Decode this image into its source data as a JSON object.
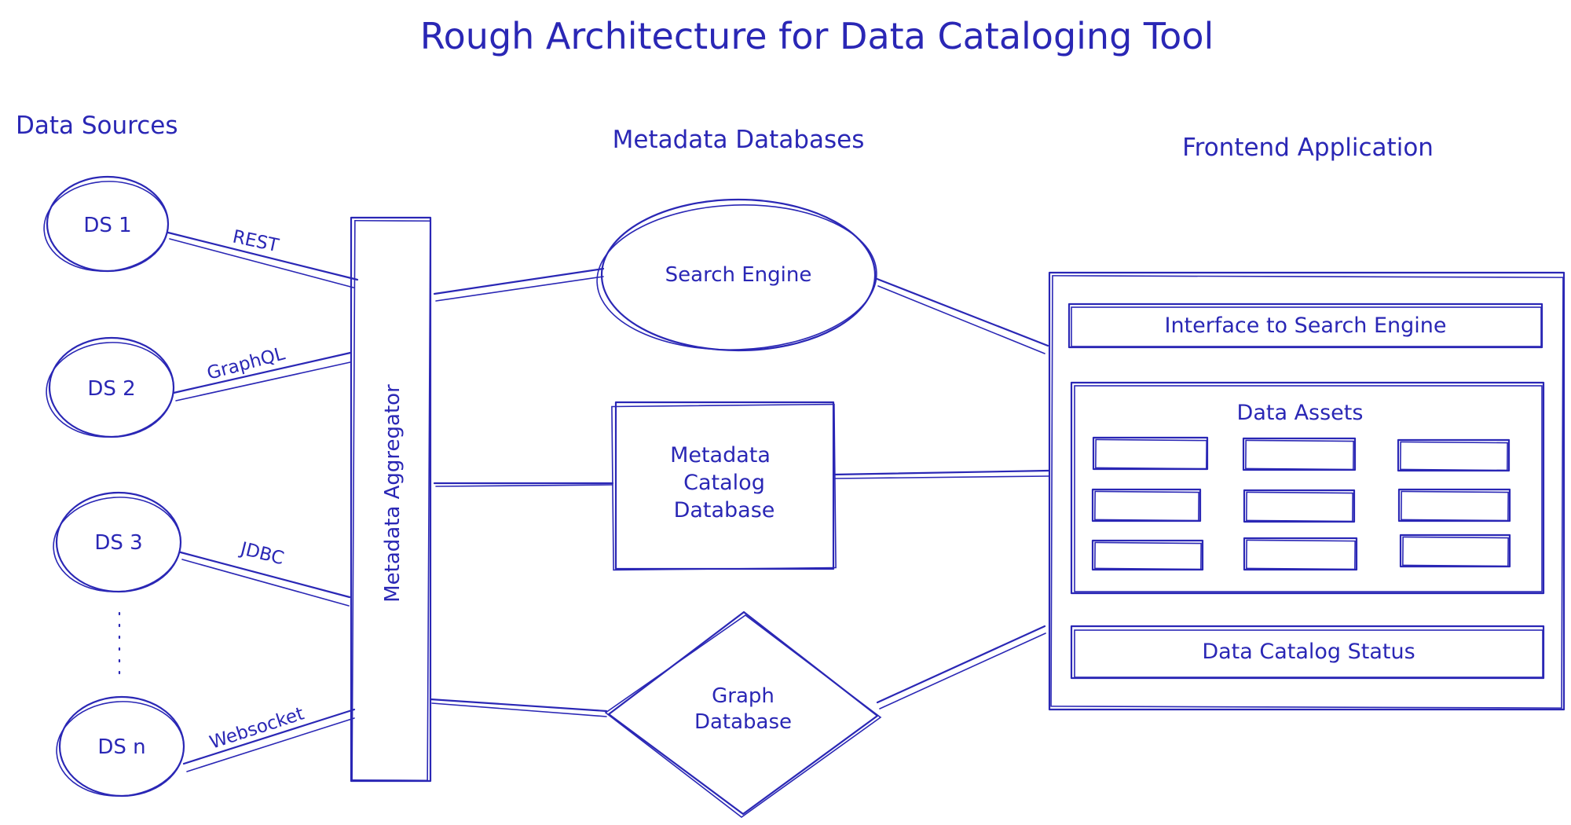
{
  "diagram": {
    "title": "Rough Architecture for Data Cataloging Tool",
    "sections": {
      "data_sources": "Data Sources",
      "metadata_databases": "Metadata Databases",
      "frontend_application": "Frontend Application"
    },
    "data_sources": [
      {
        "label": "DS 1",
        "protocol": "REST"
      },
      {
        "label": "DS 2",
        "protocol": "GraphQL"
      },
      {
        "label": "DS 3",
        "protocol": "JDBC"
      },
      {
        "label": "DS n",
        "protocol": "Websocket"
      }
    ],
    "aggregator": "Metadata Aggregator",
    "databases": {
      "search_engine": "Search Engine",
      "catalog_line1": "Metadata",
      "catalog_line2": "Catalog",
      "catalog_line3": "Database",
      "graph_line1": "Graph",
      "graph_line2": "Database"
    },
    "frontend": {
      "search_interface": "Interface to Search Engine",
      "data_assets": "Data Assets",
      "catalog_status": "Data Catalog Status"
    },
    "colors": {
      "ink": "#2a27b5",
      "background": "#ffffff"
    }
  }
}
